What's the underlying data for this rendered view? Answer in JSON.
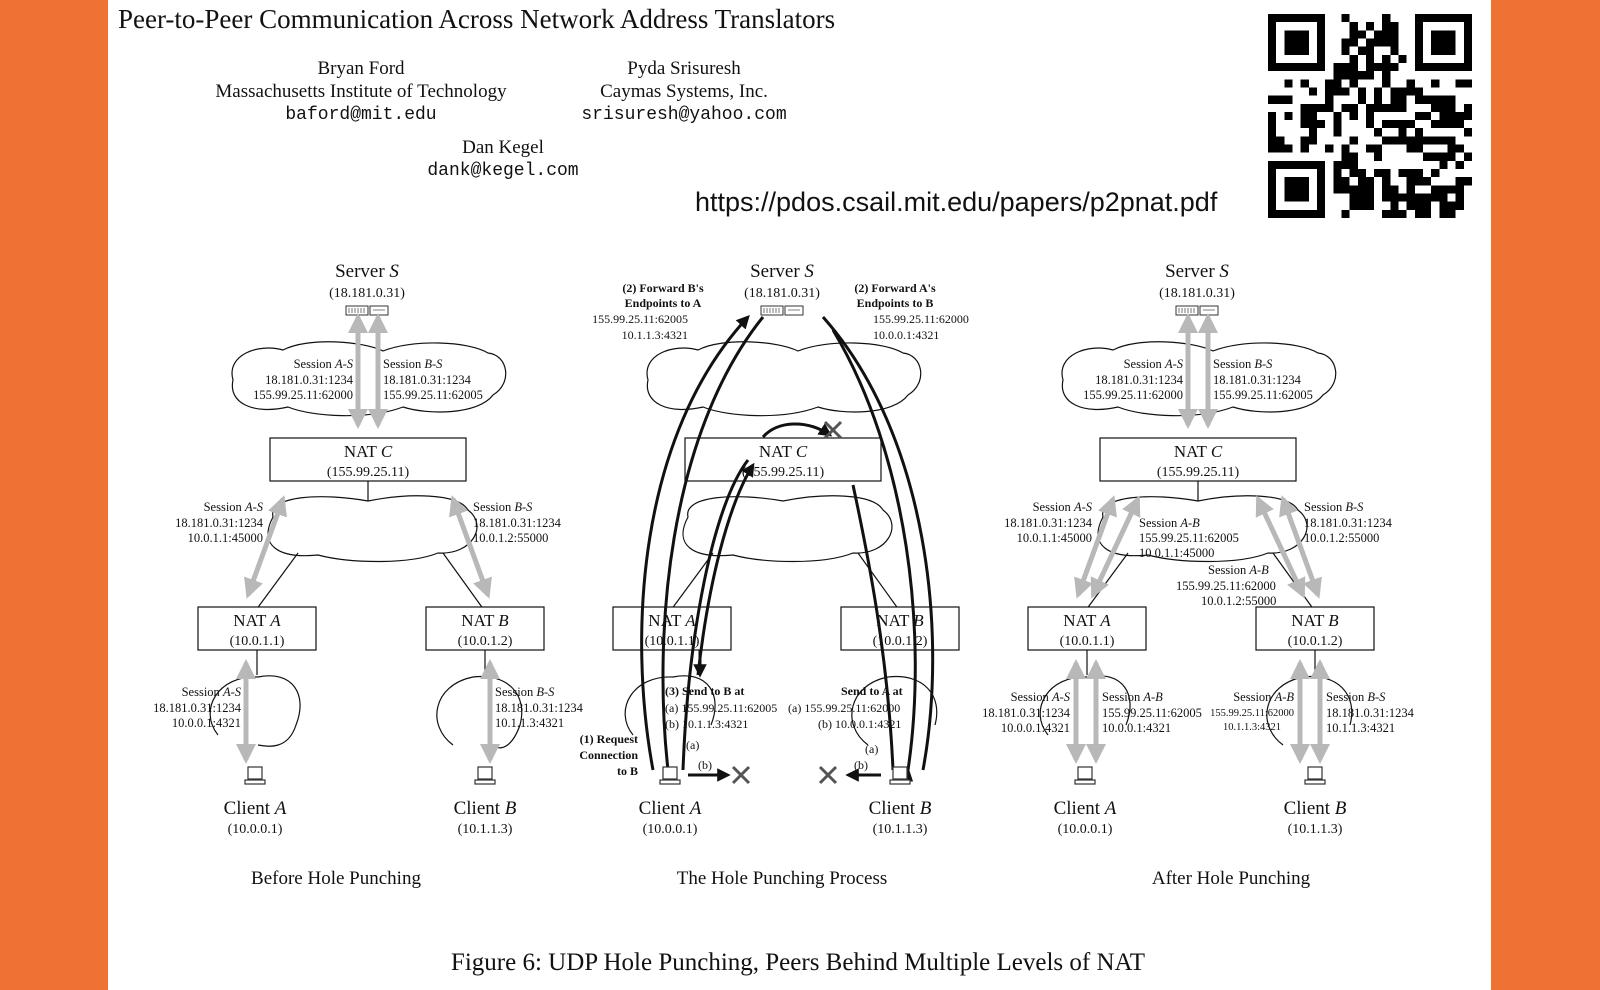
{
  "paper": {
    "title": "Peer-to-Peer Communication Across Network Address Translators",
    "authors": [
      {
        "name": "Bryan Ford",
        "affiliation": "Massachusetts Institute of Technology",
        "email": "baford@mit.edu"
      },
      {
        "name": "Pyda Srisuresh",
        "affiliation": "Caymas Systems, Inc.",
        "email": "srisuresh@yahoo.com"
      },
      {
        "name": "Dan Kegel",
        "affiliation": "",
        "email": "dank@kegel.com"
      }
    ],
    "url": "https://pdos.csail.mit.edu/papers/p2pnat.pdf",
    "qr_label": "qr-code linking to paper"
  },
  "figure": {
    "caption": "Figure 6: UDP Hole Punching, Peers Behind Multiple Levels of NAT",
    "panels": [
      {
        "title": "Before Hole Punching",
        "server": {
          "name": "Server ",
          "var": "S",
          "ip": "(18.181.0.31)"
        },
        "nat_c": {
          "name": "NAT ",
          "var": "C",
          "ip": "(155.99.25.11)"
        },
        "nat_a": {
          "name": "NAT ",
          "var": "A",
          "ip": "(10.0.1.1)"
        },
        "nat_b": {
          "name": "NAT ",
          "var": "B",
          "ip": "(10.0.1.2)"
        },
        "client_a": {
          "name": "Client ",
          "var": "A",
          "ip": "(10.0.0.1)"
        },
        "client_b": {
          "name": "Client ",
          "var": "B",
          "ip": "(10.1.1.3)"
        },
        "sessions": {
          "top_as": {
            "label": "Session ",
            "var": "A-S",
            "lines": [
              "18.181.0.31:1234",
              "155.99.25.11:62000"
            ]
          },
          "top_bs": {
            "label": "Session ",
            "var": "B-S",
            "lines": [
              "18.181.0.31:1234",
              "155.99.25.11:62005"
            ]
          },
          "mid_as": {
            "label": "Session ",
            "var": "A-S",
            "lines": [
              "18.181.0.31:1234",
              "10.0.1.1:45000"
            ]
          },
          "mid_bs": {
            "label": "Session ",
            "var": "B-S",
            "lines": [
              "18.181.0.31:1234",
              "10.0.1.2:55000"
            ]
          },
          "low_as": {
            "label": "Session ",
            "var": "A-S",
            "lines": [
              "18.181.0.31:1234",
              "10.0.0.1:4321"
            ]
          },
          "low_bs": {
            "label": "Session ",
            "var": "B-S",
            "lines": [
              "18.181.0.31:1234",
              "10.1.1.3:4321"
            ]
          }
        }
      },
      {
        "title": "The Hole Punching Process",
        "server": {
          "name": "Server ",
          "var": "S",
          "ip": "(18.181.0.31)"
        },
        "nat_c": {
          "name": "NAT ",
          "var": "C",
          "ip": "(155.99.25.11)"
        },
        "nat_a": {
          "name": "NAT ",
          "var": "A",
          "ip": "(10.0.1.1)"
        },
        "nat_b": {
          "name": "NAT ",
          "var": "B",
          "ip": "(10.0.1.2)"
        },
        "client_a": {
          "name": "Client ",
          "var": "A",
          "ip": "(10.0.0.1)"
        },
        "client_b": {
          "name": "Client ",
          "var": "B",
          "ip": "(10.1.1.3)"
        },
        "steps": {
          "forward_b": [
            "(2) Forward B's",
            "Endpoints to A",
            "155.99.25.11:62005",
            "10.1.1.3:4321"
          ],
          "forward_a": [
            "(2) Forward A's",
            "Endpoints to B",
            "155.99.25.11:62000",
            "10.0.0.1:4321"
          ],
          "send_to_b": [
            "(3) Send to B at",
            "(a) 155.99.25.11:62005",
            "(b) 10.1.1.3:4321"
          ],
          "send_to_a": [
            "Send to A at",
            "(a) 155.99.25.11:62000",
            "(b) 10.0.0.1:4321"
          ],
          "request": [
            "(1) Request",
            "Connection",
            "to B"
          ],
          "mark_a": "(a)",
          "mark_b": "(b)"
        }
      },
      {
        "title": "After Hole Punching",
        "server": {
          "name": "Server ",
          "var": "S",
          "ip": "(18.181.0.31)"
        },
        "nat_c": {
          "name": "NAT ",
          "var": "C",
          "ip": "(155.99.25.11)"
        },
        "nat_a": {
          "name": "NAT ",
          "var": "A",
          "ip": "(10.0.1.1)"
        },
        "nat_b": {
          "name": "NAT ",
          "var": "B",
          "ip": "(10.0.1.2)"
        },
        "client_a": {
          "name": "Client ",
          "var": "A",
          "ip": "(10.0.0.1)"
        },
        "client_b": {
          "name": "Client ",
          "var": "B",
          "ip": "(10.1.1.3)"
        },
        "sessions": {
          "top_as": {
            "label": "Session ",
            "var": "A-S",
            "lines": [
              "18.181.0.31:1234",
              "155.99.25.11:62000"
            ]
          },
          "top_bs": {
            "label": "Session ",
            "var": "B-S",
            "lines": [
              "18.181.0.31:1234",
              "155.99.25.11:62005"
            ]
          },
          "mid_as": {
            "label": "Session ",
            "var": "A-S",
            "lines": [
              "18.181.0.31:1234",
              "10.0.1.1:45000"
            ]
          },
          "mid_ab": {
            "label": "Session ",
            "var": "A-B",
            "lines": [
              "155.99.25.11:62005",
              "10.0.1.1:45000"
            ]
          },
          "mid_ba": {
            "label": "Session ",
            "var": "A-B",
            "lines": [
              "155.99.25.11:62000",
              "10.0.1.2:55000"
            ]
          },
          "mid_bs": {
            "label": "Session ",
            "var": "B-S",
            "lines": [
              "18.181.0.31:1234",
              "10.0.1.2:55000"
            ]
          },
          "low_as": {
            "label": "Session ",
            "var": "A-S",
            "lines": [
              "18.181.0.31:1234",
              "10.0.0.1:4321"
            ]
          },
          "low_ab": {
            "label": "Session ",
            "var": "A-B",
            "lines": [
              "155.99.25.11:62005",
              "10.0.0.1:4321"
            ]
          },
          "low_ba": {
            "label": "Session ",
            "var": "A-B",
            "lines": [
              "155.99.25.11:62000",
              "10.1.1.3:4321"
            ]
          },
          "low_bs": {
            "label": "Session ",
            "var": "B-S",
            "lines": [
              "18.181.0.31:1234",
              "10.1.1.3:4321"
            ]
          }
        }
      }
    ]
  }
}
